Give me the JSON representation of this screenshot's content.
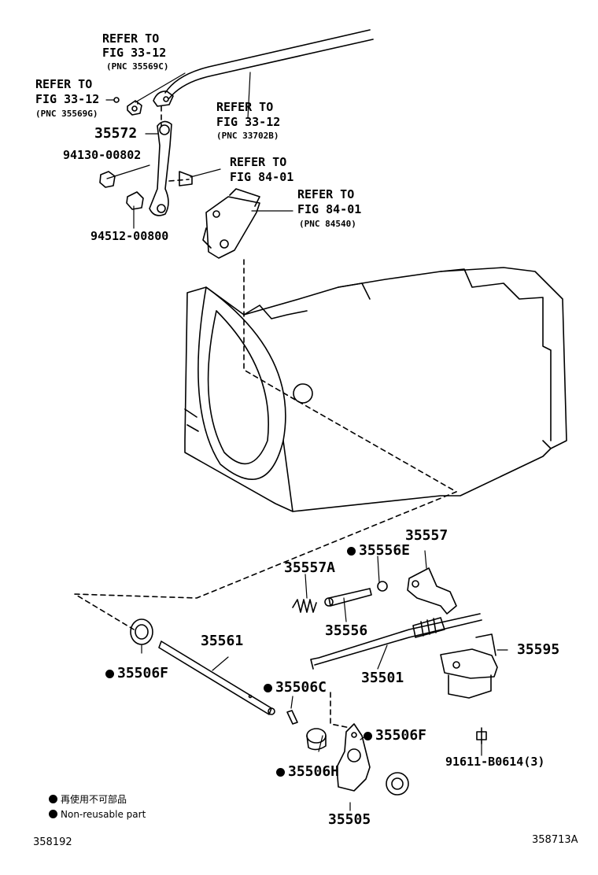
{
  "refs": {
    "r1": {
      "l1": "REFER TO",
      "l2": "FIG 33-12",
      "l3": "(PNC 35569C)"
    },
    "r2": {
      "l1": "REFER TO",
      "l2": "FIG 33-12",
      "l3": "(PNC 35569G)"
    },
    "r3": {
      "l1": "REFER TO",
      "l2": "FIG 33-12",
      "l3": "(PNC 33702B)"
    },
    "r4": {
      "l1": "REFER TO",
      "l2": "FIG 84-01"
    },
    "r5": {
      "l1": "REFER TO",
      "l2": "FIG 84-01",
      "l3": "(PNC 84540)"
    }
  },
  "parts": {
    "p35572": "35572",
    "p94130": "94130-00802",
    "p94512": "94512-00800",
    "p35557": "35557",
    "p35556E": "35556E",
    "p35557A": "35557A",
    "p35556": "35556",
    "p35561": "35561",
    "p35501": "35501",
    "p35595": "35595",
    "p35506F_left": "35506F",
    "p35506C": "35506C",
    "p35506F_right": "35506F",
    "p35506H": "35506H",
    "p91611": "91611-B0614(3)",
    "p35505": "35505"
  },
  "legend": {
    "line1": "再使用不可部品",
    "line2": "Non-reusable part"
  },
  "footer": {
    "left": "358192",
    "right": "358713A"
  }
}
